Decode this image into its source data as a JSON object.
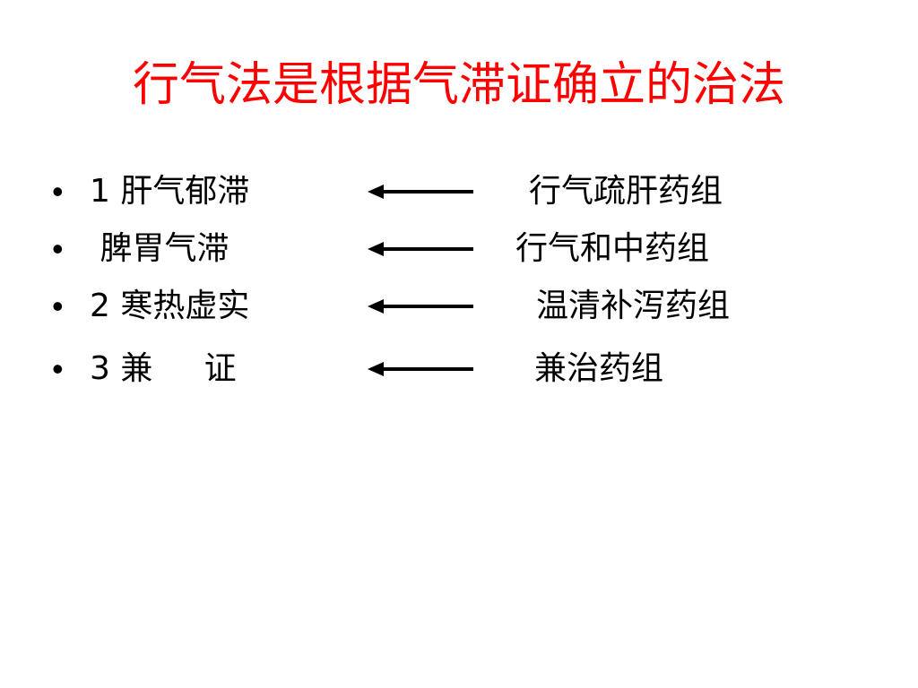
{
  "slide": {
    "title": "行气法是根据气滞证确立的治法",
    "title_color": "#ff0000",
    "text_color": "#000000",
    "bullet_glyph": "•",
    "arrow_icon": "left-arrow-icon",
    "rows": [
      {
        "cause": "1 肝气郁滞",
        "treatment": "行气疏肝药组"
      },
      {
        "cause": " 脾胃气滞",
        "treatment": "行气和中药组"
      },
      {
        "cause": "2 寒热虚实",
        "treatment": "温清补泻药组"
      },
      {
        "cause": "3 兼     证",
        "treatment": "兼治药组"
      }
    ]
  }
}
